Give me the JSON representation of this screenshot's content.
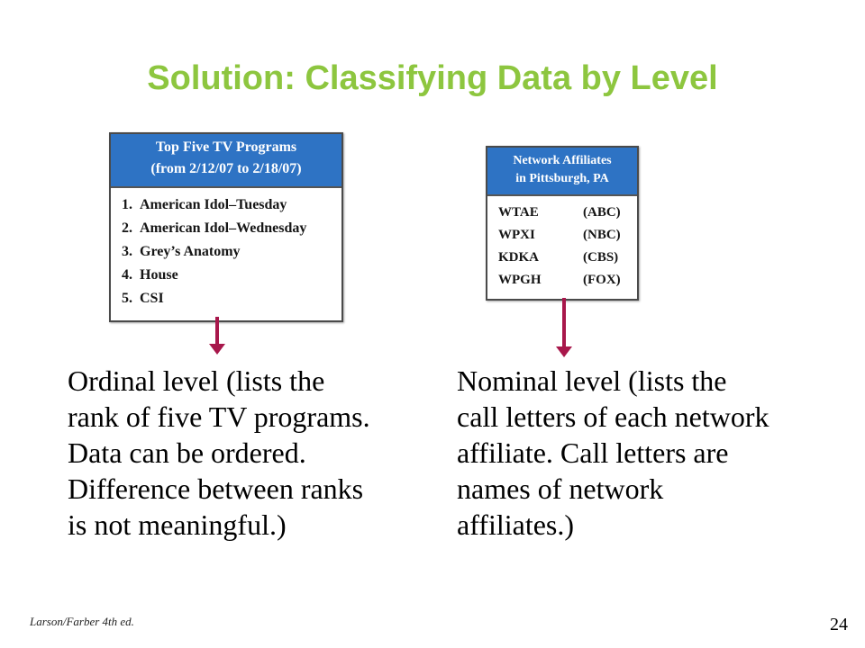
{
  "colors": {
    "accent": "#8dc63f",
    "panel_header": "#2e73c4",
    "arrow": "#a8174b"
  },
  "slide": {
    "title": "Solution: Classifying Data by Level"
  },
  "tv_panel": {
    "header_lines": [
      "Top Five TV Programs",
      "(from 2/12/07 to 2/18/07)"
    ],
    "items": [
      {
        "num": "1.",
        "text": "American Idol–Tuesday"
      },
      {
        "num": "2.",
        "text": "American Idol–Wednesday"
      },
      {
        "num": "3.",
        "text": "Grey’s Anatomy"
      },
      {
        "num": "4.",
        "text": "House"
      },
      {
        "num": "5.",
        "text": "CSI"
      }
    ]
  },
  "network_panel": {
    "header_lines": [
      "Network Affiliates",
      "in Pittsburgh, PA"
    ],
    "rows": [
      {
        "call": "WTAE",
        "network": "(ABC)"
      },
      {
        "call": "WPXI",
        "network": "(NBC)"
      },
      {
        "call": "KDKA",
        "network": "(CBS)"
      },
      {
        "call": "WPGH",
        "network": "(FOX)"
      }
    ]
  },
  "ordinal_description": {
    "lines": [
      "Ordinal level (lists the",
      "rank of five TV programs.",
      "Data can be ordered.",
      "Difference between ranks",
      "is not meaningful.)"
    ]
  },
  "nominal_description": {
    "lines": [
      "Nominal level (lists the",
      "call letters of each network",
      "affiliate.  Call letters are",
      "names of network",
      "affiliates.)"
    ]
  },
  "footer": {
    "credit": "Larson/Farber 4th ed.",
    "page_number": "24"
  }
}
